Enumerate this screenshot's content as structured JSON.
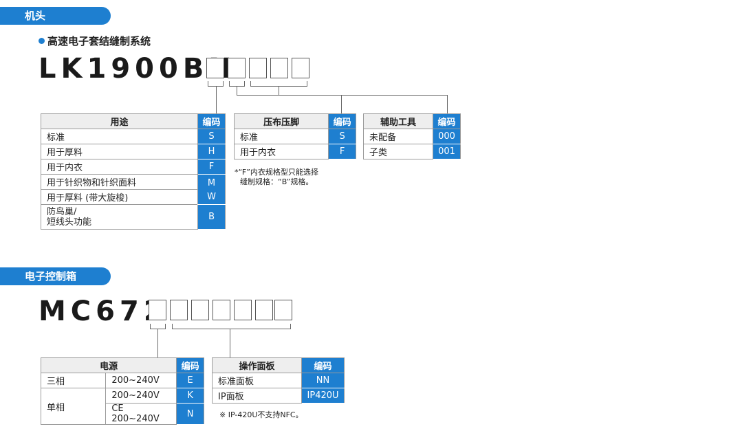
{
  "head_section": {
    "label": "机头",
    "subtitle": "高速电子套结缝制系统",
    "model": "LK1900BN",
    "usage_table": {
      "header_name": "用途",
      "header_code": "编码",
      "rows": [
        {
          "name": "标准",
          "code": "S"
        },
        {
          "name": "用于厚料",
          "code": "H"
        },
        {
          "name": "用于内衣",
          "code": "F"
        },
        {
          "name": "用于针织物和针织面料",
          "code": "M"
        },
        {
          "name": "用于厚料 (带大旋梭)",
          "code": "W"
        },
        {
          "name_line1": "防鸟巢/",
          "name_line2": "短线头功能",
          "code": "B"
        }
      ]
    },
    "presser_table": {
      "header_name": "压布压脚",
      "header_code": "编码",
      "rows": [
        {
          "name": "标准",
          "code": "S"
        },
        {
          "name": "用于内衣",
          "code": "F"
        }
      ],
      "note_line1": "*“F”内衣规格型只能选择",
      "note_line2": "缝制规格：“B”规格。"
    },
    "aux_table": {
      "header_name": "辅助工具",
      "header_code": "编码",
      "rows": [
        {
          "name": "未配备",
          "code": "000"
        },
        {
          "name": "子类",
          "code": "001"
        }
      ]
    }
  },
  "control_section": {
    "label": "电子控制箱",
    "model": "MC672",
    "power_table": {
      "header_name": "电源",
      "header_code": "编码",
      "rows": [
        {
          "group": "三相",
          "voltage": "200~240V",
          "code": "E"
        },
        {
          "group": "单相",
          "voltage": "200~240V",
          "code": "K"
        },
        {
          "group": "",
          "voltage": "CE 200~240V",
          "code": "N"
        }
      ]
    },
    "panel_table": {
      "header_name": "操作面板",
      "header_code": "编码",
      "rows": [
        {
          "name": "标准面板",
          "code": "NN"
        },
        {
          "name": "IP面板",
          "code": "IP420U"
        }
      ],
      "note": "※ IP-420U不支持NFC。"
    }
  },
  "colors": {
    "accent": "#1e7fd0",
    "header_bg": "#eeeeee",
    "border": "#9a9a9a"
  }
}
